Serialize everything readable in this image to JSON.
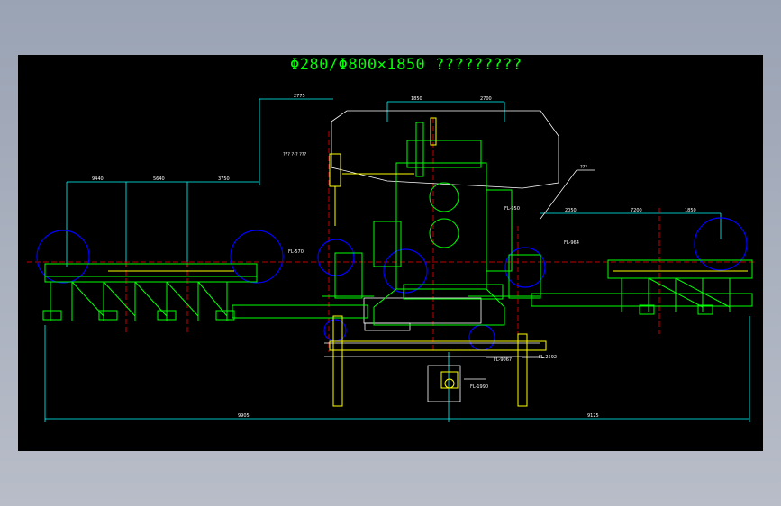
{
  "drawing": {
    "title": "Φ280/Φ800×1850 ?????????",
    "dims_top": [
      "2775",
      "1850",
      "2700",
      "9440",
      "5640",
      "3750",
      "2050",
      "7200",
      "1850"
    ],
    "dims_bottom": [
      "9905",
      "9125"
    ],
    "labels": [
      "??? ?-? ???",
      "???",
      "FL-570",
      "FL-950",
      "FL-964",
      "FL-9067",
      "FL-2592",
      "FL-1990"
    ],
    "colors": {
      "background": "#000000",
      "frame": "#00ff00",
      "structure": "#ffff00",
      "dimension": "#00ffff",
      "centerline": "#ff0000",
      "reel": "#0000ff",
      "outline": "#ffffff"
    }
  }
}
